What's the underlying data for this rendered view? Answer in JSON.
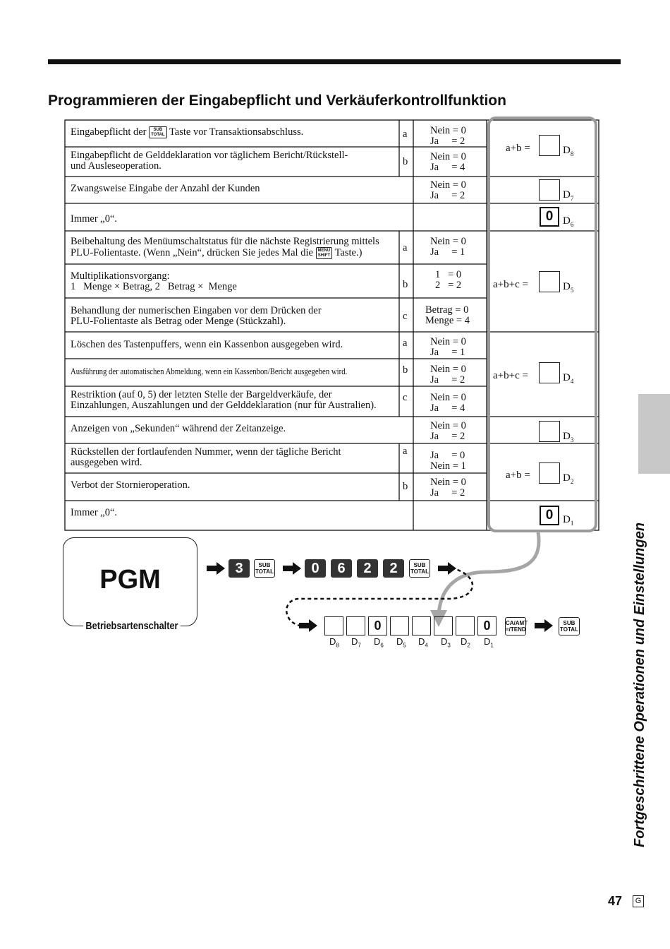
{
  "title": "Programmieren der Eingabepflicht und Verkäuferkontrollfunktion",
  "keys": {
    "subtotal": [
      "SUB",
      "TOTAL"
    ],
    "menushift": [
      "MENU",
      "SHIFT"
    ],
    "caamt": [
      "CA/AMT",
      "=/TEND"
    ]
  },
  "rows": {
    "r1": {
      "pre": "Eingabepflicht der",
      "post": "Taste vor Transaktionsabschluss.",
      "letter": "a",
      "v1": "Nein = 0",
      "v2": "Ja     = 2"
    },
    "r2": {
      "text1": "Eingabepflicht de Gelddeklaration vor täglichem Bericht/Rückstell-",
      "text2": "und Ausleseoperation.",
      "letter": "b",
      "v1": "Nein = 0",
      "v2": "Ja     = 4"
    },
    "r3": {
      "text": "Zwangsweise Eingabe der Anzahl der Kunden",
      "v1": "Nein = 0",
      "v2": "Ja     = 2"
    },
    "r4": {
      "text": "Immer „0“."
    },
    "r5": {
      "text1": "Beibehaltung des Menüumschaltstatus für die nächste Registrierung mittels",
      "pre2": "PLU-Folientaste. (Wenn „Nein“, drücken Sie jedes Mal die",
      "post2": "Taste.)",
      "letter": "a",
      "v1": "Nein = 0",
      "v2": "Ja     = 1"
    },
    "r6": {
      "text1": "Multiplikationsvorgang:",
      "text2": "1   Menge × Betrag, 2   Betrag ×  Menge",
      "letter": "b",
      "v1": "1   = 0",
      "v2": "2   = 2"
    },
    "r7": {
      "text1": "Behandlung der numerischen Eingaben vor dem Drücken der",
      "text2": "PLU-Folientaste als Betrag oder Menge (Stückzahl).",
      "letter": "c",
      "v1": "Betrag = 0",
      "v2": "Menge = 4"
    },
    "r8": {
      "text": "Löschen des Tastenpuffers, wenn ein Kassenbon ausgegeben wird.",
      "letter": "a",
      "v1": "Nein = 0",
      "v2": "Ja     = 1"
    },
    "r9": {
      "text": "Ausführung der automatischen Abmeldung, wenn ein Kassenbon/Bericht ausgegeben wird.",
      "letter": "b",
      "v1": "Nein = 0",
      "v2": "Ja     = 2"
    },
    "r10": {
      "text1": "Restriktion (auf 0, 5) der letzten Stelle der Bargeldverkäufe, der",
      "text2": "Einzahlungen, Auszahlungen und der Gelddeklaration (nur für Australien).",
      "letter": "c",
      "v1": "Nein = 0",
      "v2": "Ja     = 4"
    },
    "r11": {
      "text": "Anzeigen von „Sekunden“ während der Zeitanzeige.",
      "v1": "Nein = 0",
      "v2": "Ja     = 2"
    },
    "r12": {
      "text1": "Rückstellen der fortlaufenden Nummer, wenn der tägliche Bericht",
      "text2": "ausgegeben wird.",
      "letter": "a",
      "v1": "Ja     = 0",
      "v2": "Nein = 1"
    },
    "r13": {
      "text": "Verbot der Stornieroperation.",
      "letter": "b",
      "v1": "Nein = 0",
      "v2": "Ja     = 2"
    },
    "r14": {
      "text": "Immer „0“."
    }
  },
  "digits": {
    "d8": {
      "sum": "a+b =",
      "label": "D",
      "sub": "8"
    },
    "d7": {
      "label": "D",
      "sub": "7"
    },
    "d6": {
      "label": "D",
      "sub": "6",
      "value": "0"
    },
    "d5": {
      "sum": "a+b+c =",
      "label": "D",
      "sub": "5"
    },
    "d4": {
      "sum": "a+b+c =",
      "label": "D",
      "sub": "4"
    },
    "d3": {
      "label": "D",
      "sub": "3"
    },
    "d2": {
      "sum": "a+b =",
      "label": "D",
      "sub": "2"
    },
    "d1": {
      "label": "D",
      "sub": "1",
      "value": "0"
    }
  },
  "mode": {
    "big": "PGM",
    "label": "Betriebsartenschalter"
  },
  "sequence": {
    "k1": "3",
    "k2": "0",
    "k3": "6",
    "k4": "2",
    "k5": "2"
  },
  "entry": {
    "boxes": [
      "",
      "",
      "0",
      "",
      "",
      "",
      "",
      "0"
    ],
    "labels": [
      [
        "D",
        "8"
      ],
      [
        "D",
        "7"
      ],
      [
        "D",
        "6"
      ],
      [
        "D",
        "5"
      ],
      [
        "D",
        "4"
      ],
      [
        "D",
        "3"
      ],
      [
        "D",
        "2"
      ],
      [
        "D",
        "1"
      ]
    ]
  },
  "side_label": "Fortgeschrittene Operationen und Einstellungen",
  "page_number": "47",
  "page_lang": "G"
}
